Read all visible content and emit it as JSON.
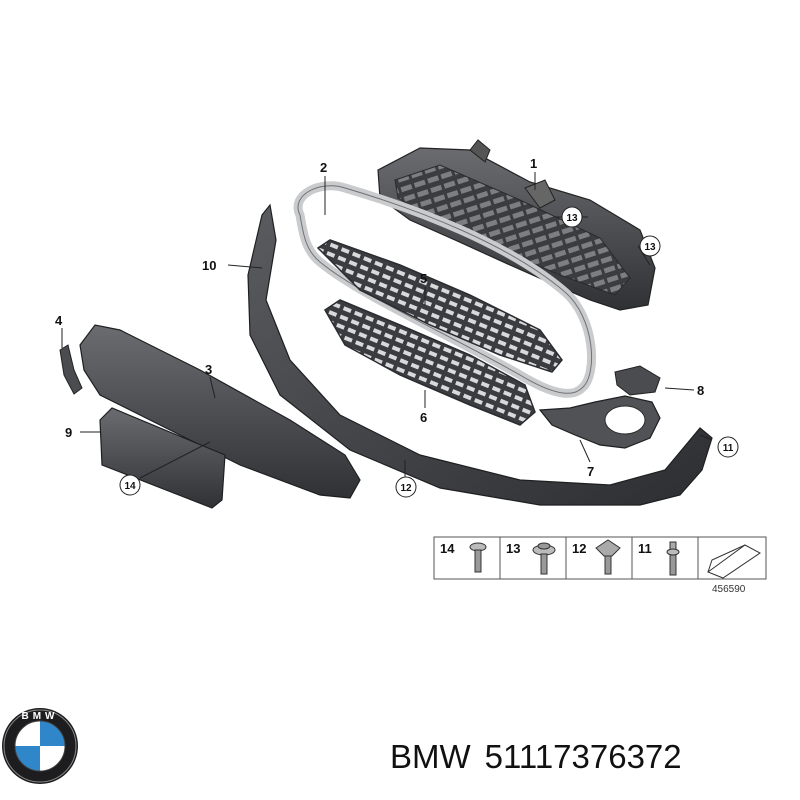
{
  "diagram": {
    "callouts": [
      {
        "id": "label-1",
        "text": "1"
      },
      {
        "id": "label-2",
        "text": "2"
      },
      {
        "id": "label-3",
        "text": "3"
      },
      {
        "id": "label-4",
        "text": "4"
      },
      {
        "id": "label-5",
        "text": "5"
      },
      {
        "id": "label-6",
        "text": "6"
      },
      {
        "id": "label-7",
        "text": "7"
      },
      {
        "id": "label-8",
        "text": "8"
      },
      {
        "id": "label-9",
        "text": "9"
      },
      {
        "id": "label-10",
        "text": "10"
      },
      {
        "id": "label-11",
        "text": "11"
      },
      {
        "id": "label-12",
        "text": "12"
      },
      {
        "id": "label-13a",
        "text": "13"
      },
      {
        "id": "label-13b",
        "text": "13"
      },
      {
        "id": "label-14",
        "text": "14"
      }
    ],
    "fastener_table": {
      "cells": [
        {
          "number": "14",
          "icon": "screw-icon"
        },
        {
          "number": "13",
          "icon": "flange-screw-icon"
        },
        {
          "number": "12",
          "icon": "expanding-rivet-icon"
        },
        {
          "number": "11",
          "icon": "clip-screw-icon"
        }
      ],
      "last_cell_icon": "wedge-icon"
    },
    "reference_number": "456590"
  },
  "brand": {
    "logo_icon": "bmw-logo-icon",
    "logo_text": "BMW"
  },
  "caption": {
    "brand": "BMW",
    "part_number": "51117376372"
  },
  "colors": {
    "part_dark": "#3c3e42",
    "part_mid": "#55575b",
    "frame_silver": "#c9cbcd",
    "logo_blue": "#2f86c9"
  }
}
